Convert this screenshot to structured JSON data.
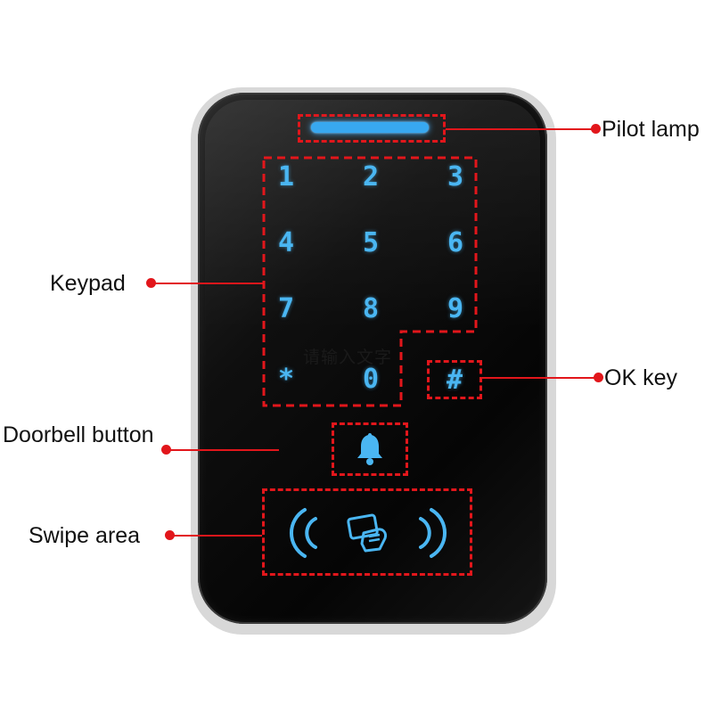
{
  "labels": {
    "pilot_lamp": "Pilot lamp",
    "keypad": "Keypad",
    "ok_key": "OK key",
    "doorbell_button": "Doorbell button",
    "swipe_area": "Swipe area"
  },
  "keys": [
    "1",
    "2",
    "3",
    "4",
    "5",
    "6",
    "7",
    "8",
    "9",
    "*",
    "0"
  ],
  "ok_key_symbol": "#",
  "overlay_text": "请输入文字",
  "icons": {
    "doorbell": "bell-icon",
    "card": "card-swipe-icon",
    "wave_left": "nfc-wave-left-icon",
    "wave_right": "nfc-wave-right-icon"
  },
  "colors": {
    "callout_red": "#e2161b",
    "key_blue": "#4ab6f2",
    "lamp_blue": "#38a8f0",
    "device_black": "#0a0a0a"
  }
}
